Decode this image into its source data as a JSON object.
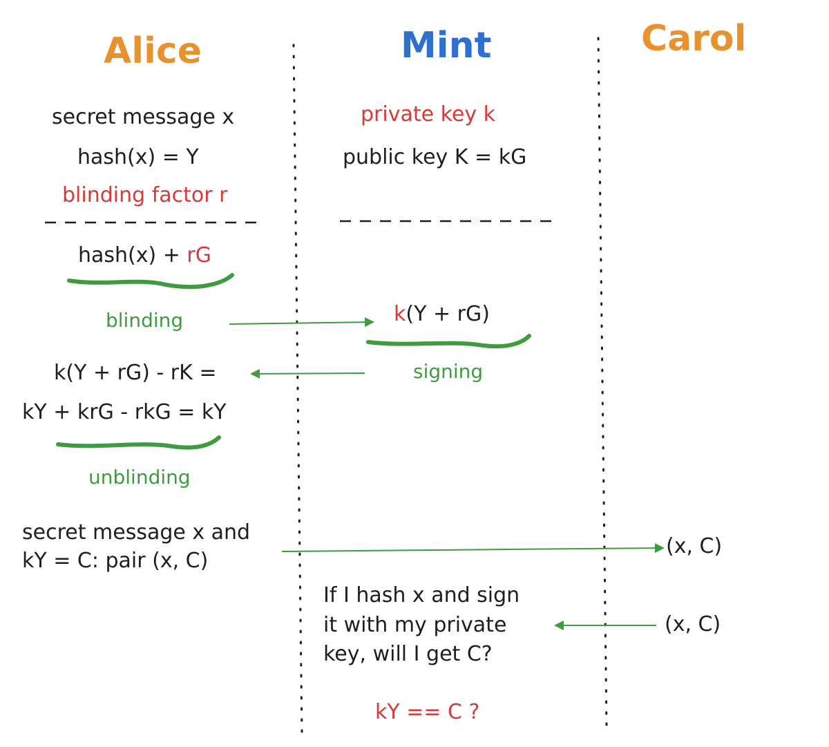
{
  "colors": {
    "ink": "#1e1e1e",
    "alice": "#e8922f",
    "mint": "#2f6fd0",
    "carol": "#e8922f",
    "red": "#d63a3a",
    "green": "#3f9b3f"
  },
  "headers": {
    "alice": "Alice",
    "mint": "Mint",
    "carol": "Carol"
  },
  "alice": {
    "secret": "secret message x",
    "hash": "hash(x) = Y",
    "blinding_factor": "blinding factor r",
    "blinded_prefix": "hash(x) + ",
    "blinded_rg": "rG",
    "blinding_label": "blinding",
    "unblind_line1": "k(Y + rG) - rK =",
    "unblind_line2": "kY + krG - rkG = kY",
    "unblinding_label": "unblinding",
    "pair_line1": "secret message x and",
    "pair_line2": "kY = C: pair (x, C)"
  },
  "mint": {
    "private_key": "private key k",
    "public_key": "public key K = kG",
    "sign_k": "k",
    "sign_rest": "(Y + rG)",
    "signing_label": "signing",
    "question_line1": "If I hash x and sign",
    "question_line2": "it with my private",
    "question_line3": "key, will I get C?",
    "check": "kY == C ?"
  },
  "carol": {
    "received": "(x, C)",
    "sent": "(x, C)"
  }
}
